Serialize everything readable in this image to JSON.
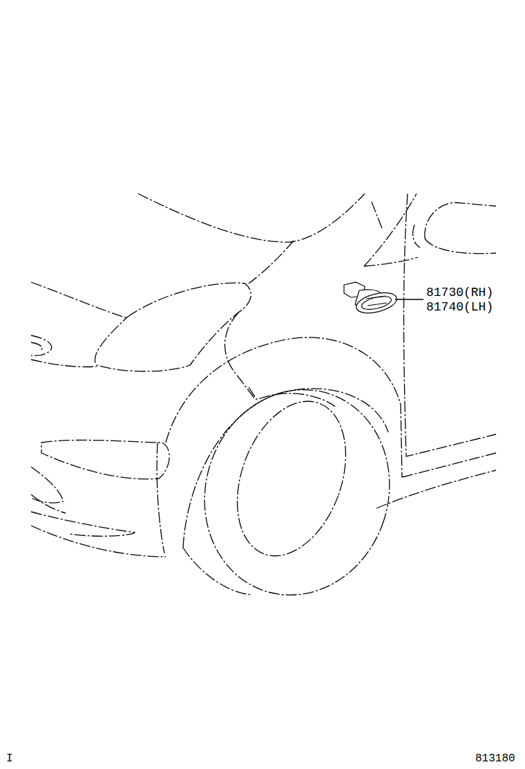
{
  "diagram": {
    "labels": [
      "81730(RH)",
      "81740(LH)",
      "I",
      "813180"
    ]
  }
}
